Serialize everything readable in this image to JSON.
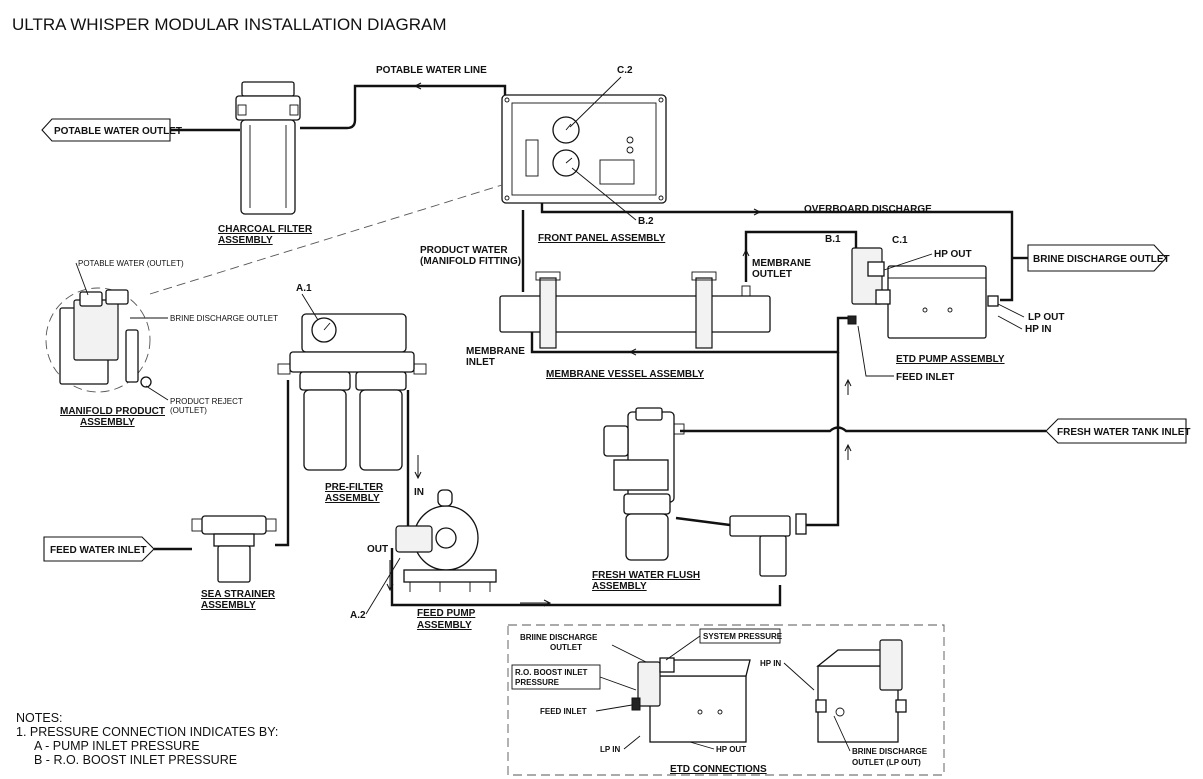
{
  "title": "ULTRA WHISPER MODULAR INSTALLATION DIAGRAM",
  "labels": {
    "potable_water_line": "POTABLE WATER LINE",
    "c2": "C.2",
    "potable_water_outlet": "POTABLE WATER OUTLET",
    "charcoal_filter_1": "CHARCOAL FILTER",
    "charcoal_filter_2": "ASSEMBLY",
    "b2": "B.2",
    "front_panel_assembly": "FRONT PANEL ASSEMBLY",
    "overboard_discharge": "OVERBOARD DISCHARGE",
    "product_water_1": "PRODUCT WATER",
    "product_water_2": "(MANIFOLD FITTING)",
    "b1": "B.1",
    "c1": "C.1",
    "hp_out": "HP OUT",
    "brine_discharge_outlet": "BRINE DISCHARGE OUTLET",
    "membrane_outlet_1": "MEMBRANE",
    "membrane_outlet_2": "OUTLET",
    "potable_water_outlet_small": "POTABLE WATER (OUTLET)",
    "brine_discharge_outlet_small": "BRINE DISCHARGE OUTLET",
    "product_reject_1": "PRODUCT REJECT",
    "product_reject_2": "(OUTLET)",
    "manifold_product_1": "MANIFOLD PRODUCT",
    "manifold_product_2": "ASSEMBLY",
    "a1": "A.1",
    "membrane_inlet_1": "MEMBRANE",
    "membrane_inlet_2": "INLET",
    "membrane_vessel_assembly": "MEMBRANE VESSEL ASSEMBLY",
    "lp_out": "LP OUT",
    "hp_in": "HP IN",
    "etd_pump_assembly": "ETD PUMP ASSEMBLY",
    "feed_inlet": "FEED INLET",
    "fresh_water_tank_inlet": "FRESH WATER TANK INLET",
    "in": "IN",
    "out": "OUT",
    "pre_filter_1": "PRE-FILTER",
    "pre_filter_2": "ASSEMBLY",
    "feed_water_inlet": "FEED WATER INLET",
    "sea_strainer_1": "SEA STRAINER",
    "sea_strainer_2": "ASSEMBLY",
    "fresh_water_flush_1": "FRESH WATER FLUSH",
    "fresh_water_flush_2": "ASSEMBLY",
    "a2": "A.2",
    "feed_pump_1": "FEED PUMP",
    "feed_pump_2": "ASSEMBLY"
  },
  "etd_connections": {
    "title": "ETD CONNECTIONS",
    "briine_discharge_1": "BRIINE DISCHARGE",
    "briine_discharge_2": "OUTLET",
    "system_pressure": "SYSTEM PRESSURE",
    "ro_boost_1": "R.O. BOOST INLET",
    "ro_boost_2": "PRESSURE",
    "feed_inlet": "FEED INLET",
    "lp_in": "LP IN",
    "hp_out": "HP OUT",
    "hp_in": "HP IN",
    "brine_discharge_1": "BRINE DISCHARGE",
    "brine_discharge_2": "OUTLET (LP OUT)"
  },
  "notes": {
    "heading": "NOTES:",
    "line1": "1.  PRESSURE CONNECTION INDICATES BY:",
    "line2": "A - PUMP INLET PRESSURE",
    "line3": "B - R.O. BOOST INLET PRESSURE"
  }
}
